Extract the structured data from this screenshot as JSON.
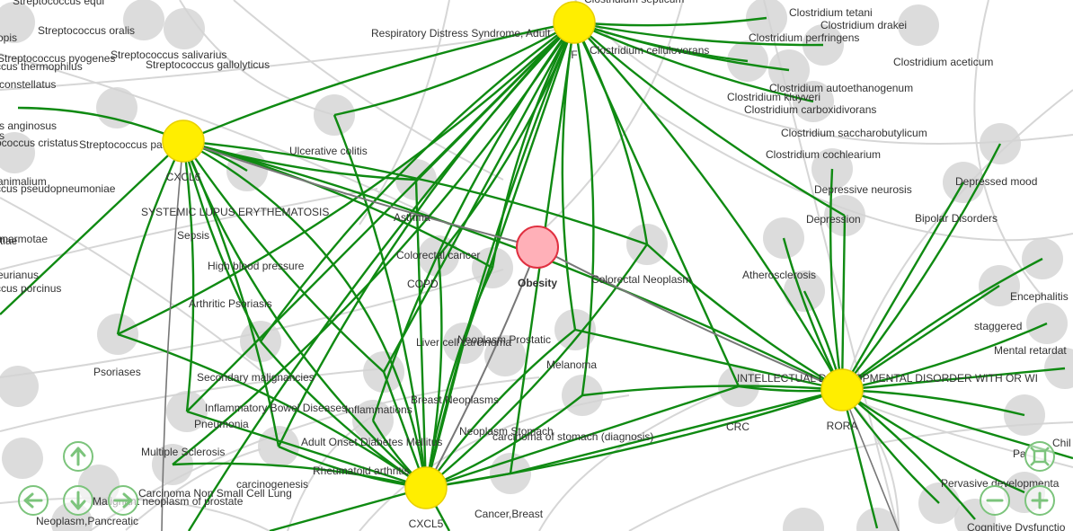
{
  "center_node": {
    "label": "Obesity",
    "color": "#ffb0b8",
    "stroke": "#e03040"
  },
  "hub_nodes": [
    {
      "id": "h-top",
      "label": "F",
      "color": "#ffee00"
    },
    {
      "id": "h-left",
      "label": "CXCL6",
      "color": "#ffee00"
    },
    {
      "id": "h-bottom",
      "label": "CXCL5",
      "color": "#ffee00"
    },
    {
      "id": "h-right",
      "label": "RORA",
      "color": "#ffee00"
    }
  ],
  "labels": [
    "Streptococcus equi",
    "Streptococcus oralis",
    "opis",
    "Streptococcus salivarius",
    "Streptococcus pyogenes",
    "Streptococcus gallolyticus",
    "ccus thermophilus",
    "constellatus",
    "s anginosus",
    "ococcus cristatus",
    "s",
    "Streptococcus parauberis",
    "animalium",
    "ccus pseudopneumoniae",
    "marmotae",
    "ctiae",
    "eurianus",
    "ccus porcinus",
    "Respiratory Distress Syndrome, Adult",
    "Clostridium septicum",
    "Clostridium tetani",
    "Clostridium drakei",
    "Clostridium perfringens",
    "Clostridium cellulovorans",
    "Clostridium aceticum",
    "Clostridium autoethanogenum",
    "Clostridium kluyveri",
    "Clostridium carboxidivorans",
    "Clostridium saccharobutylicum",
    "Clostridium cochlearium",
    "Depressive neurosis",
    "Depressed mood",
    "Depression",
    "Bipolar Disorders",
    "Atherosclerosis",
    "Encephalitis",
    "staggered",
    "Mental retardat",
    "INTELLECTUAL DEVELOPMENTAL DISORDER WITH OR WI",
    "CRC",
    "Chil",
    "Pa",
    "Pervasive developmenta",
    "Cognitive Dysfunctio",
    "Ulcerative colitis",
    "SYSTEMIC LUPUS ERYTHEMATOSIS",
    "Asthma",
    "Sepsis",
    "Colorectal cancer",
    "High blood pressure",
    "COPD",
    "Colorectal Neoplasm",
    "Arthritic Psoriasis",
    "Neoplasm Prostatic",
    "Liver cell carcinoma",
    "Melanoma",
    "Psoriases",
    "Secondary malignancies",
    "Breast Neoplasms",
    "Inflammatory Bowel Diseases",
    "Inflammations",
    "Pneumonia",
    "Neoplasm Stomach",
    "carcinoma of stomach (diagnosis)",
    "Adult Onset Diabetes Mellitus",
    "Multiple Sclerosis",
    "Rheumatoid arthritis",
    "carcinogenesis",
    "Carcinoma Non Small Cell Lung",
    "Malignant neoplasm of prostate",
    "Neoplasm,Pancreatic",
    "Cancer,Breast"
  ],
  "colors": {
    "edge_green": "#0f8a12",
    "edge_gray": "#777777",
    "faint_edge": "#d6d6d6",
    "faint_node": "#d3d3d3",
    "nav_border": "#7cc47c"
  },
  "nav_icons": [
    "arrow-up-icon",
    "arrow-left-icon",
    "arrow-down-icon",
    "arrow-right-icon",
    "zoom-out-icon",
    "zoom-in-icon",
    "fit-screen-icon"
  ]
}
